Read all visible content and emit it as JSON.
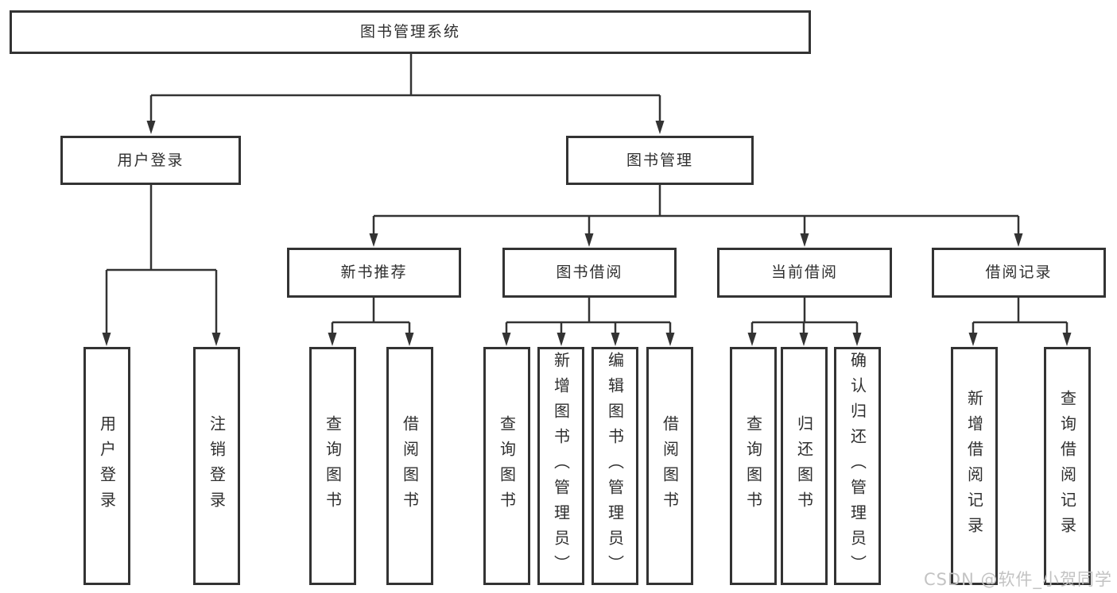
{
  "diagram": {
    "root": {
      "label": "图书管理系统"
    },
    "level2": [
      {
        "label": "用户登录"
      },
      {
        "label": "图书管理"
      }
    ],
    "level3": [
      {
        "label": "新书推荐"
      },
      {
        "label": "图书借阅"
      },
      {
        "label": "当前借阅"
      },
      {
        "label": "借阅记录"
      }
    ],
    "leaves": [
      {
        "label": "用户登录"
      },
      {
        "label": "注销登录"
      },
      {
        "label": "查询图书"
      },
      {
        "label": "借阅图书"
      },
      {
        "label": "查询图书"
      },
      {
        "label": "新增图书（管理员）"
      },
      {
        "label": "编辑图书（管理员）"
      },
      {
        "label": "借阅图书"
      },
      {
        "label": "查询图书"
      },
      {
        "label": "归还图书"
      },
      {
        "label": "确认归还（管理员）"
      },
      {
        "label": "新增借阅记录"
      },
      {
        "label": "查询借阅记录"
      }
    ]
  },
  "watermark": {
    "text": "CSDN @软件_小贺同学"
  },
  "colors": {
    "line": "#333333",
    "box_border": "#333333",
    "background": "#ffffff",
    "watermark_text": "#c3c3c3"
  }
}
